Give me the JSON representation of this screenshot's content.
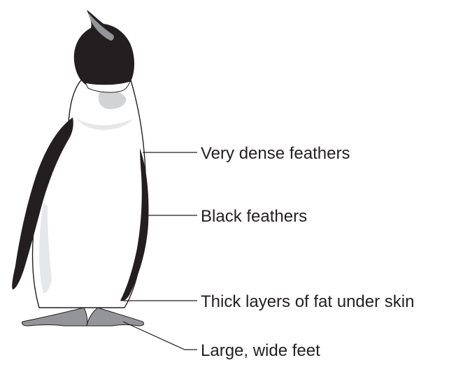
{
  "labels": {
    "feathers_dense": "Very dense feathers",
    "feathers_black": "Black feathers",
    "fat_layers": "Thick layers of fat under skin",
    "feet": "Large, wide feet"
  },
  "colors": {
    "black_plumage": "#231f20",
    "white_body": "#ffffff",
    "light_gray_shading": "#e6e7e8",
    "mid_gray_shading": "#d1d3d4",
    "feet_gray": "#939598",
    "outline": "#231f20"
  }
}
